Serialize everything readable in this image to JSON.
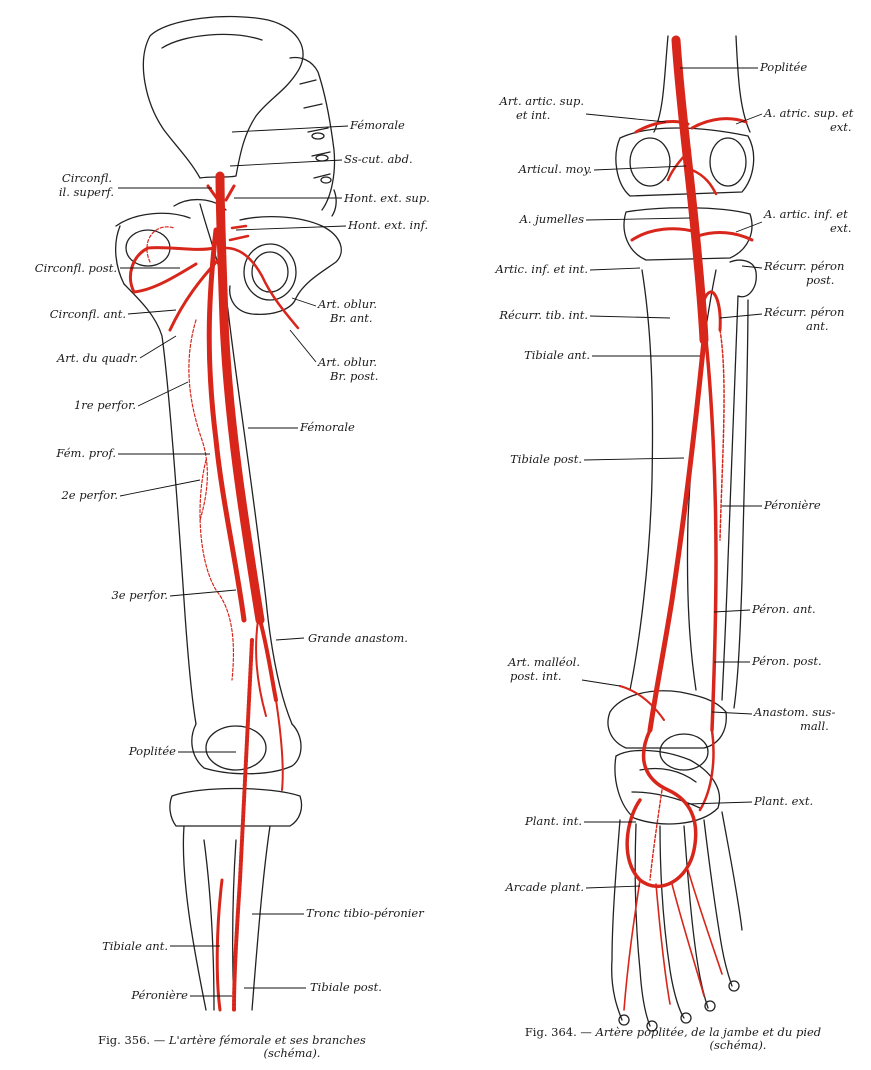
{
  "colors": {
    "artery": "#d8261b",
    "bone_outline": "#222222",
    "leader": "#111111",
    "background": "#ffffff"
  },
  "fig356": {
    "labels": {
      "femorale_top": "Fémorale",
      "ss_cut_abd": "Ss-cut. abd.",
      "circonfl_il_superf_1": "Circonfl.",
      "circonfl_il_superf_2": "il. superf.",
      "hont_ext_sup": "Hont. ext. sup.",
      "hont_ext_inf": "Hont. ext. inf.",
      "circonfl_post": "Circonfl. post.",
      "circonfl_ant": "Circonfl. ant.",
      "art_oblur_ant_1": "Art. oblur.",
      "art_oblur_ant_2": "Br. ant.",
      "art_du_quadr": "Art. du quadr.",
      "art_oblur_post_1": "Art. oblur.",
      "art_oblur_post_2": "Br. post.",
      "perfor_1": "1re perfor.",
      "fem_prof": "Fém. prof.",
      "femorale_mid": "Fémorale",
      "perfor_2": "2e perfor.",
      "perfor_3": "3e perfor.",
      "grande_anastom": "Grande anastom.",
      "poplitee": "Poplitée",
      "tronc_tibio": "Tronc tibio-péronier",
      "tibiale_ant": "Tibiale ant.",
      "peroniere": "Péronière",
      "tibiale_post": "Tibiale post."
    },
    "caption_prefix": "Fig. 356. —",
    "caption_line1": "L'artère fémorale et ses branches",
    "caption_line2": "(schéma)."
  },
  "fig364": {
    "labels": {
      "poplitee": "Poplitée",
      "art_artic_sup_1": "Art. artic. sup.",
      "art_artic_sup_2": "et int.",
      "a_atric_sup_1": "A. atric. sup. et",
      "a_atric_sup_2": "ext.",
      "articul_moy": "Articul. moy.",
      "a_jumelles": "A. jumelles",
      "a_artic_inf_1": "A. artic. inf. et",
      "a_artic_inf_2": "ext.",
      "artic_inf_int": "Artic. inf. et int.",
      "recurr_peron_post_1": "Récurr. péron",
      "recurr_peron_post_2": "post.",
      "recurr_tib_int": "Récurr. tib. int.",
      "recurr_peron_ant_1": "Récurr. péron",
      "recurr_peron_ant_2": "ant.",
      "tibiale_ant": "Tibiale ant.",
      "tibiale_post": "Tibiale post.",
      "peroniere": "Péronière",
      "peron_ant": "Péron. ant.",
      "art_malleol_1": "Art. malléol.",
      "art_malleol_2": "post. int.",
      "peron_post": "Péron. post.",
      "anastom_1": "Anastom. sus-",
      "anastom_2": "mall.",
      "plant_ext": "Plant. ext.",
      "plant_int": "Plant. int.",
      "arcade_plant": "Arcade plant."
    },
    "caption_prefix": "Fig. 364. —",
    "caption_line1": "Artère poplitée, de la jambe et du pied",
    "caption_line2": "(schéma)."
  }
}
